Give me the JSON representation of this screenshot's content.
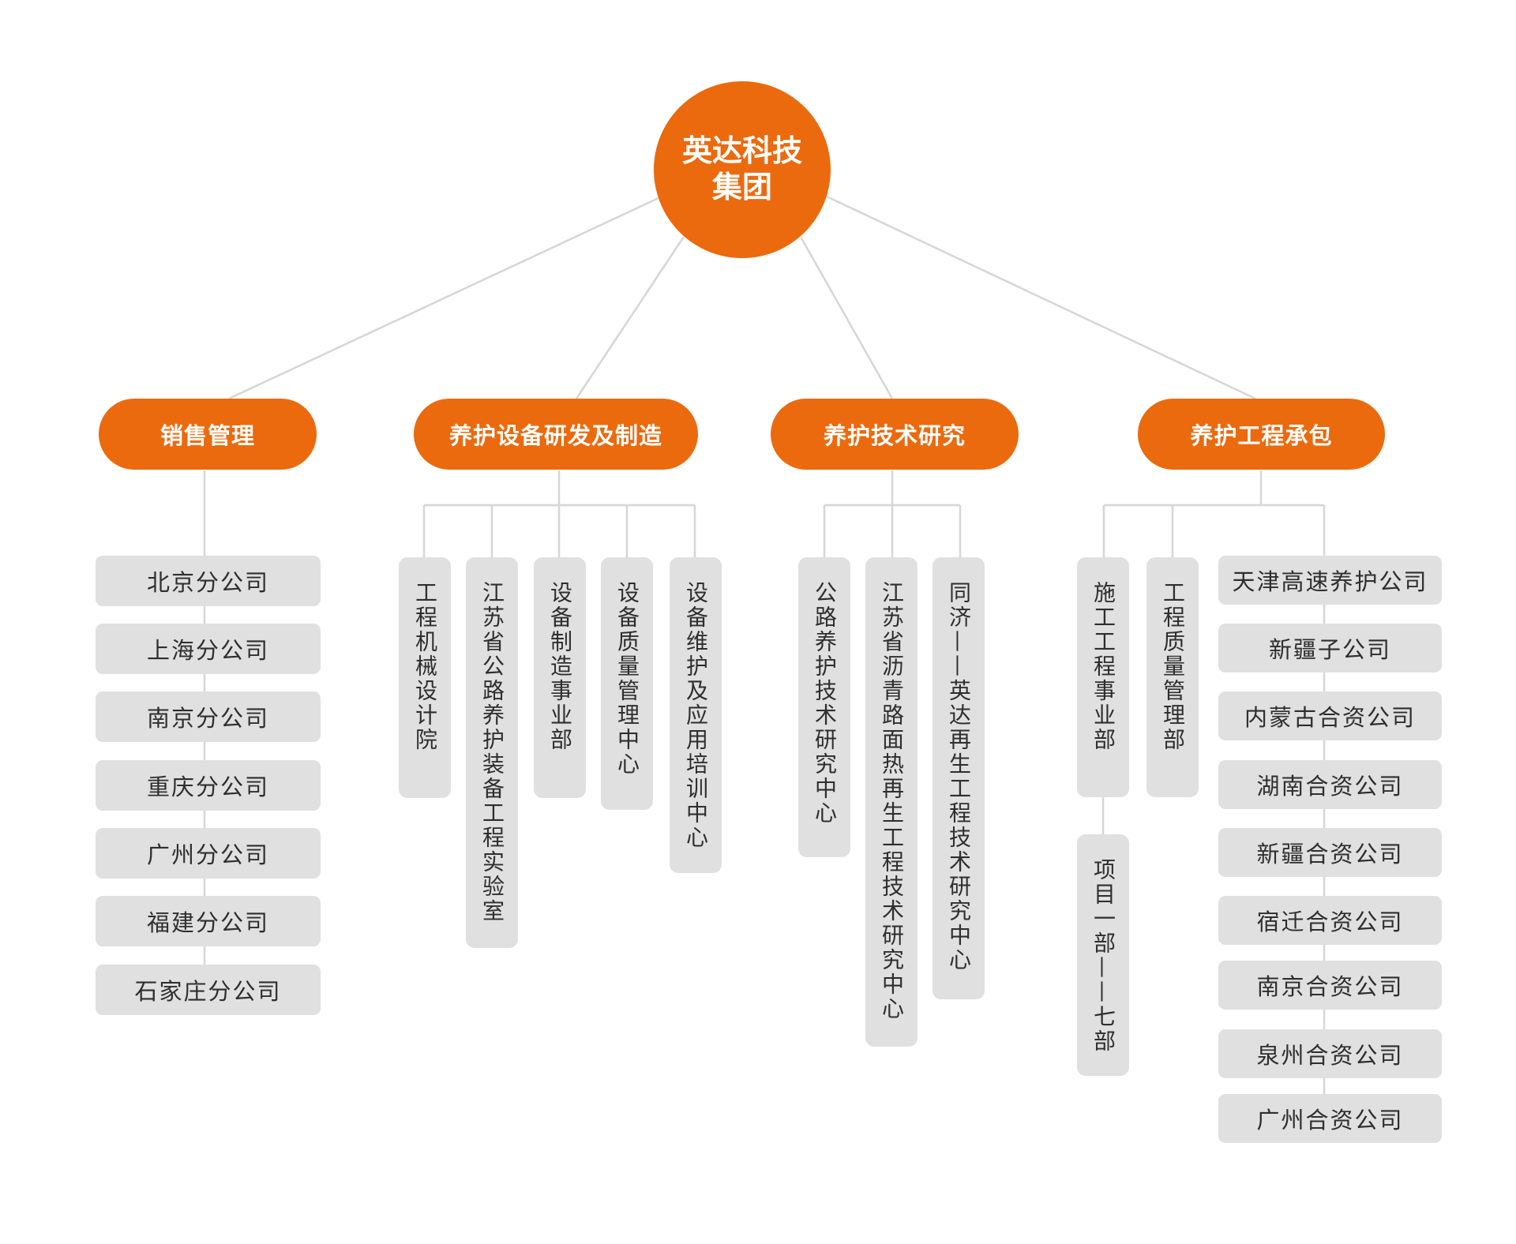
{
  "root": {
    "label": "英达科技\n集团"
  },
  "colors": {
    "accent": "#eb6a0e",
    "box": "#e0e0e0",
    "line": "#d6d6d6",
    "text": "#2e2e2e"
  },
  "departments": [
    {
      "label": "销售管理",
      "units": [
        "北京分公司",
        "上海分公司",
        "南京分公司",
        "重庆分公司",
        "广州分公司",
        "福建分公司",
        "石家庄分公司"
      ]
    },
    {
      "label": "养护设备研发及制造",
      "units": [
        "工程机械设计院",
        "江苏省公路养护装备工程实验室",
        "设备制造事业部",
        "设备质量管理中心",
        "设备维护及应用培训中心"
      ]
    },
    {
      "label": "养护技术研究",
      "units": [
        "公路养护技术研究中心",
        "江苏省沥青路面热再生工程技术研究中心",
        "同济——英达再生工程技术研究中心"
      ]
    },
    {
      "label": "养护工程承包",
      "units": [
        "施工工程事业部",
        "工程质量管理部"
      ],
      "sub_units": [
        "项目一部——七部"
      ],
      "companies": [
        "天津高速养护公司",
        "新疆子公司",
        "内蒙古合资公司",
        "湖南合资公司",
        "新疆合资公司",
        "宿迁合资公司",
        "南京合资公司",
        "泉州合资公司",
        "广州合资公司"
      ]
    }
  ]
}
